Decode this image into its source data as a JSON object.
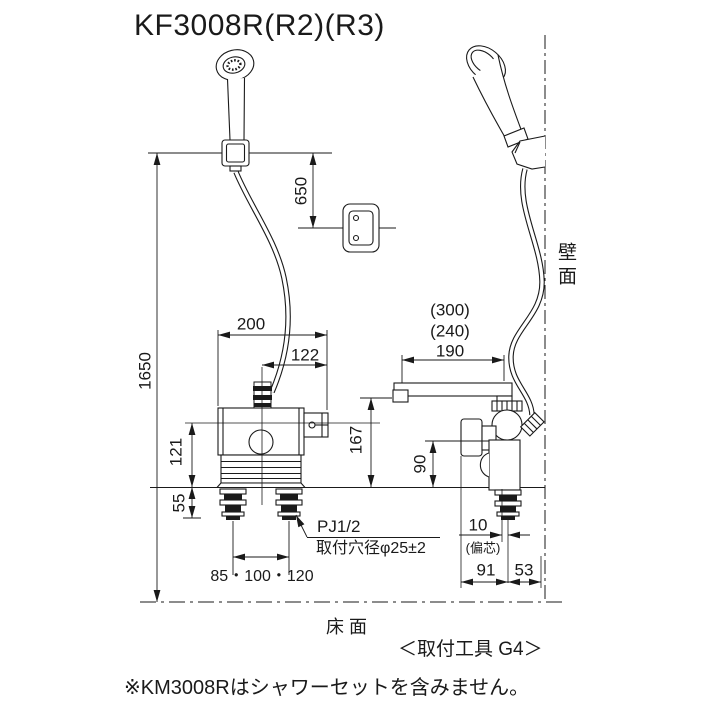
{
  "title": "KF3008R(R2)(R3)",
  "colors": {
    "line": "#1a1a1a",
    "background": "#ffffff"
  },
  "dimensions": {
    "front": {
      "hose_drop": "650",
      "height_floor": "1650",
      "width_total": "200",
      "width_spout": "122",
      "body_height": "121",
      "leg_height": "55",
      "pitch": "85・100・120"
    },
    "side": {
      "spout_300": "(300)",
      "spout_240": "(240)",
      "spout_190": "190",
      "spout_height": "167",
      "valve_height": "90",
      "eccentric": "10",
      "eccentric_note": "(偏芯)",
      "depth_91": "91",
      "depth_53": "53"
    }
  },
  "annotations": {
    "pj_label": "PJ1/2",
    "hole_note": "取付穴径φ25±2",
    "wall_label": "壁面",
    "floor_label": "床面",
    "tool_note": "＜取付工具 G4＞",
    "footnote": "※KM3008Rはシャワーセットを含みません。"
  }
}
